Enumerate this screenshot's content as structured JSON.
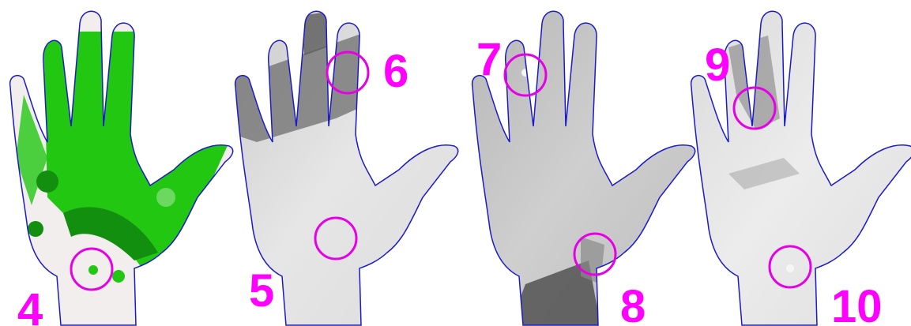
{
  "colors": {
    "label": "#ff00ff",
    "circle": "#e600e6",
    "outline": "#1a1acc",
    "green": "#22c711",
    "green_dark": "#138f10",
    "pale": "#f3eeee"
  },
  "panels": [
    {
      "style": "green-classification",
      "labels": [
        "4"
      ]
    },
    {
      "style": "light-hillshade",
      "labels": [
        "5",
        "6"
      ]
    },
    {
      "style": "medium-hillshade",
      "labels": [
        "7",
        "8"
      ]
    },
    {
      "style": "light-hillshade-textured",
      "labels": [
        "9",
        "10"
      ]
    }
  ],
  "labels": {
    "l4": "4",
    "l5": "5",
    "l6": "6",
    "l7": "7",
    "l8": "8",
    "l9": "9",
    "l10": "10"
  }
}
